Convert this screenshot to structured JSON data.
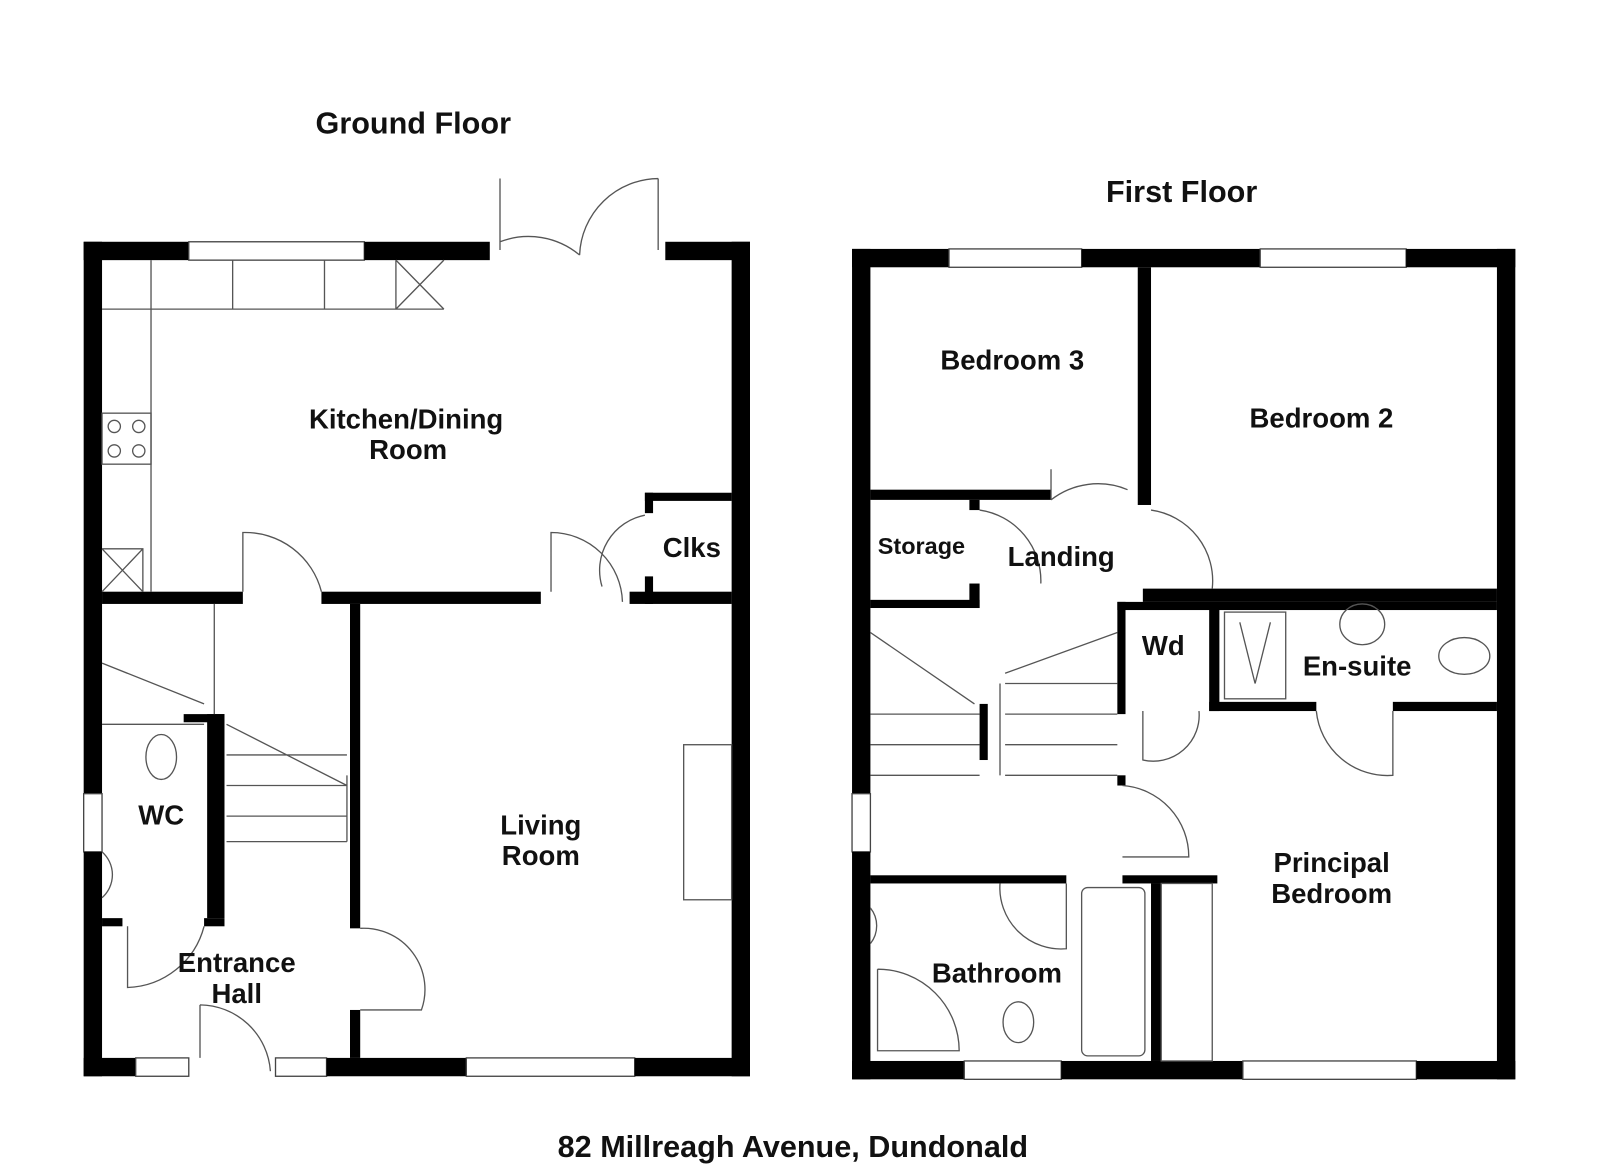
{
  "titles": {
    "ground_floor": "Ground Floor",
    "first_floor": "First Floor",
    "address": "82 Millreagh Avenue, Dundonald"
  },
  "ground_rooms": {
    "kitchen_line1": "Kitchen/Dining",
    "kitchen_line2": "Room",
    "clks": "Clks",
    "wc": "WC",
    "living_line1": "Living",
    "living_line2": "Room",
    "hall_line1": "Entrance",
    "hall_line2": "Hall"
  },
  "first_rooms": {
    "bedroom3": "Bedroom 3",
    "bedroom2": "Bedroom 2",
    "storage": "Storage",
    "landing": "Landing",
    "wd": "Wd",
    "ensuite": "En-suite",
    "principal_line1": "Principal",
    "principal_line2": "Bedroom",
    "bathroom": "Bathroom"
  }
}
